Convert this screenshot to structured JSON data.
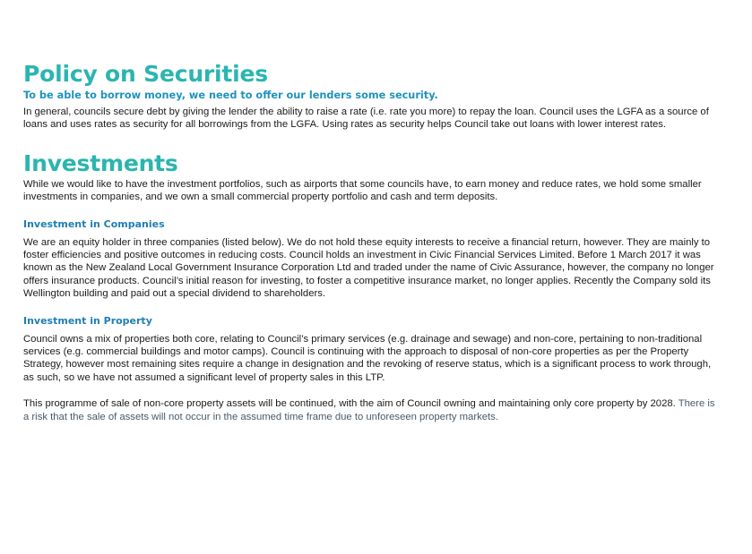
{
  "securities": {
    "title": "Policy on Securities",
    "subtitle": "To be able to borrow money, we need to offer our lenders some security.",
    "body": "In general, councils secure debt by giving the lender the ability to raise a rate (i.e. rate you more) to repay the loan. Council uses the LGFA as a source of loans and uses rates as security for all borrowings from the LGFA. Using rates as security helps Council take out loans with lower interest rates."
  },
  "investments": {
    "title": "Investments",
    "body": "While we would like to have the investment portfolios, such as airports that some councils have, to earn money and reduce rates, we hold some smaller investments in companies, and we own a small commercial property portfolio and cash and term deposits.",
    "companies": {
      "heading": "Investment in Companies",
      "body": "We are an equity holder in three companies (listed below). We do not hold these equity interests to receive a financial return, however. They are mainly to foster efficiencies and positive outcomes in reducing costs. Council holds an investment in Civic Financial Services Limited. Before 1 March 2017 it was known as the New Zealand Local Government Insurance Corporation Ltd and traded under the name of Civic Assurance, however, the company no longer offers insurance products. Council’s initial reason for investing, to foster a competitive insurance market, no longer applies. Recently the Company sold its Wellington building and paid out a special dividend to shareholders."
    },
    "property": {
      "heading": "Investment in Property",
      "body": "Council owns a mix of properties both core, relating to Council’s primary services (e.g. drainage and sewage) and non-core, pertaining to non-traditional services (e.g. commercial buildings and motor camps). Council is continuing with the approach to disposal of non-core properties as per the Property Strategy, however most remaining sites require a change in designation and the revoking of reserve status, which is a significant process to work through, as such, so we have not assumed a significant level of property sales in this LTP."
    },
    "programme": {
      "body": "This programme of sale of non-core property assets will be continued, with the aim of Council owning and maintaining only core property by 2028. ",
      "risk": "There is a risk that the sale of assets will not occur in the assumed time frame due to unforeseen property markets."
    }
  },
  "colors": {
    "heading": "#2bb5b0",
    "subheading": "#1f93bf",
    "subsection_heading": "#1f7fb5",
    "body_text": "#1a1a1a",
    "risk_text": "#4a5a66"
  }
}
